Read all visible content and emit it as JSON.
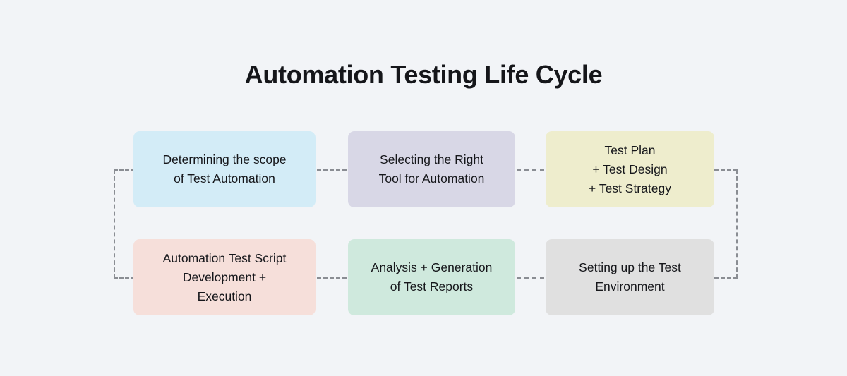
{
  "diagram": {
    "title": "Automation Testing Life Cycle",
    "type": "flow-cycle",
    "background_color": "#f2f4f7",
    "connector_color": "#8a8d93",
    "connector_style": "dashed",
    "nodes": [
      {
        "id": "scope",
        "label": "Determining the scope\nof Test Automation",
        "color": "#d3ecf7",
        "row": 1,
        "column": 1,
        "order": 1
      },
      {
        "id": "tool",
        "label": "Selecting the Right\nTool for Automation",
        "color": "#d8d7e6",
        "row": 1,
        "column": 2,
        "order": 2
      },
      {
        "id": "plan",
        "label": "Test Plan\n+ Test Design\n+ Test Strategy",
        "color": "#eeedcd",
        "row": 1,
        "column": 3,
        "order": 3
      },
      {
        "id": "environment",
        "label": "Setting up the Test\nEnvironment",
        "color": "#e0e0e0",
        "row": 2,
        "column": 3,
        "order": 4
      },
      {
        "id": "analysis",
        "label": "Analysis + Generation\nof Test Reports",
        "color": "#cfe9dd",
        "row": 2,
        "column": 2,
        "order": 5
      },
      {
        "id": "script",
        "label": "Automation Test Script\nDevelopment +\nExecution",
        "color": "#f6dfda",
        "row": 2,
        "column": 1,
        "order": 6
      }
    ],
    "connections": [
      {
        "from": "scope",
        "to": "tool"
      },
      {
        "from": "tool",
        "to": "plan"
      },
      {
        "from": "plan",
        "to": "environment"
      },
      {
        "from": "environment",
        "to": "analysis"
      },
      {
        "from": "analysis",
        "to": "script"
      },
      {
        "from": "script",
        "to": "scope"
      }
    ]
  }
}
